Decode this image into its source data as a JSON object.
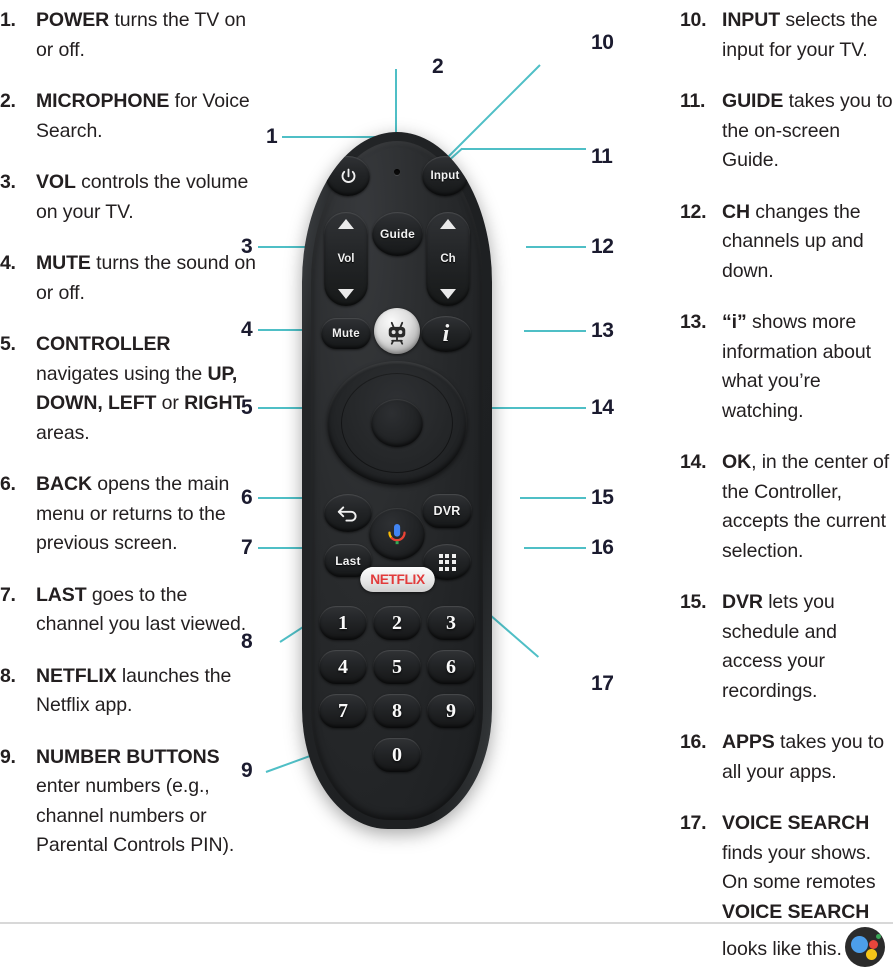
{
  "document": {
    "title": "Remote Control Button Guide",
    "leader_color": "#4fbfc6",
    "text_color": "#231f20"
  },
  "left_column": [
    {
      "num": "1.",
      "key": "POWER",
      "rest": " turns the TV on or off."
    },
    {
      "num": "2.",
      "key": "MICROPHONE",
      "rest": " for Voice Search."
    },
    {
      "num": "3.",
      "key": "VOL",
      "rest": " controls the volume on your TV."
    },
    {
      "num": "4.",
      "key": "MUTE",
      "rest": " turns the sound on or off."
    },
    {
      "num": "5.",
      "key": "CONTROLLER",
      "rest": " navigates using the ",
      "key2": "UP, DOWN, LEFT",
      "rest2": " or ",
      "key3": "RIGHT",
      "rest3": " areas."
    },
    {
      "num": "6.",
      "key": "BACK",
      "rest": " opens the main menu or returns to the previous screen."
    },
    {
      "num": "7.",
      "key": "LAST",
      "rest": " goes to the channel you last viewed."
    },
    {
      "num": "8.",
      "key": "NETFLIX",
      "rest": " launches the Netflix app."
    },
    {
      "num": "9.",
      "key": "NUMBER BUTTONS",
      "rest": " enter numbers (e.g., channel numbers or Parental Controls PIN)."
    }
  ],
  "right_column": [
    {
      "num": "10.",
      "key": "INPUT",
      "rest": " selects the input for your TV."
    },
    {
      "num": "11.",
      "key": "GUIDE",
      "rest": " takes you to the on-screen Guide."
    },
    {
      "num": "12.",
      "key": "CH",
      "rest": " changes the channels up and down."
    },
    {
      "num": "13.",
      "key": "“i”",
      "rest": " shows more information about what you’re watching."
    },
    {
      "num": "14.",
      "key": "OK",
      "rest": ", in the center of the Controller, accepts the current selection."
    },
    {
      "num": "15.",
      "key": "DVR",
      "rest": " lets you schedule and access your recordings."
    },
    {
      "num": "16.",
      "key": "APPS",
      "rest": " takes you to all your apps."
    },
    {
      "num": "17.",
      "key": "VOICE SEARCH",
      "rest": " finds your shows. On some remotes ",
      "key2": "VOICE SEARCH",
      "rest2": " looks like this.",
      "icon": "google-assistant-icon"
    }
  ],
  "callouts": [
    {
      "id": "1",
      "label": "1"
    },
    {
      "id": "2",
      "label": "2"
    },
    {
      "id": "3",
      "label": "3"
    },
    {
      "id": "4",
      "label": "4"
    },
    {
      "id": "5",
      "label": "5"
    },
    {
      "id": "6",
      "label": "6"
    },
    {
      "id": "7",
      "label": "7"
    },
    {
      "id": "8",
      "label": "8"
    },
    {
      "id": "9",
      "label": "9"
    },
    {
      "id": "10",
      "label": "10"
    },
    {
      "id": "11",
      "label": "11"
    },
    {
      "id": "12",
      "label": "12"
    },
    {
      "id": "13",
      "label": "13"
    },
    {
      "id": "14",
      "label": "14"
    },
    {
      "id": "15",
      "label": "15"
    },
    {
      "id": "16",
      "label": "16"
    },
    {
      "id": "17",
      "label": "17"
    }
  ],
  "remote": {
    "body_color": "#1f2123",
    "buttons": {
      "power": "",
      "input": "Input",
      "guide": "Guide",
      "vol": "Vol",
      "ch": "Ch",
      "mute": "Mute",
      "info": "i",
      "back": "",
      "last": "Last",
      "dvr": "DVR",
      "apps": "",
      "netflix": "NETFLIX",
      "tivo": "tivo-mascot-icon",
      "mic": "microphone-icon",
      "ok": ""
    },
    "keypad": [
      "1",
      "2",
      "3",
      "4",
      "5",
      "6",
      "7",
      "8",
      "9",
      "0"
    ]
  }
}
